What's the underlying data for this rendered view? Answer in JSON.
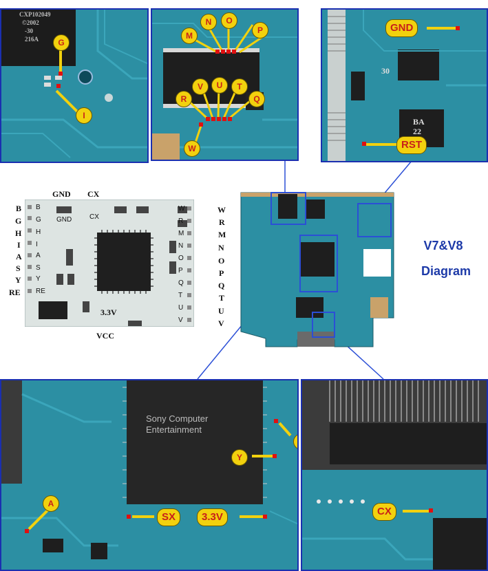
{
  "panels": {
    "top_left": {
      "labels": [
        "G",
        "I"
      ],
      "chip_text": [
        "CXP102049",
        "©2002",
        "-30",
        "216A"
      ]
    },
    "top_middle": {
      "labels": [
        "M",
        "N",
        "O",
        "P",
        "R",
        "V",
        "U",
        "T",
        "Q",
        "W"
      ]
    },
    "top_right": {
      "labels": [
        "GND",
        "RST"
      ],
      "chip_text": [
        "30",
        "BA",
        "22"
      ]
    },
    "bottom_left": {
      "labels": [
        "A",
        "SX",
        "3.3V",
        "Y",
        "B"
      ],
      "chip_text": [
        "Sony Computer",
        "Entertainment"
      ]
    },
    "bottom_right": {
      "labels": [
        "CX"
      ]
    }
  },
  "modchip": {
    "top_labels": [
      "GND",
      "CX"
    ],
    "inner_top_labels": [
      "GND",
      "CX"
    ],
    "left_outer": [
      "B",
      "G",
      "H",
      "I",
      "A",
      "S",
      "Y",
      "RE"
    ],
    "left_inner": [
      "B",
      "G",
      "H",
      "I",
      "A",
      "S",
      "Y",
      "RE"
    ],
    "right_outer": [
      "W",
      "R",
      "M",
      "N",
      "O",
      "P",
      "Q",
      "T",
      "U",
      "V"
    ],
    "right_inner": [
      "W",
      "R",
      "M",
      "N",
      "O",
      "P",
      "Q",
      "T",
      "U",
      "V"
    ],
    "voltage_label": "3.3V",
    "bottom_label": "VCC"
  },
  "title": {
    "line1": "V7&V8",
    "line2": "Diagram"
  },
  "colors": {
    "pcb": "#2c8fa3",
    "border": "#1a2fb0",
    "label_fill": "#f2d10e",
    "label_text": "#c8201a",
    "title": "#1d3aa8"
  }
}
